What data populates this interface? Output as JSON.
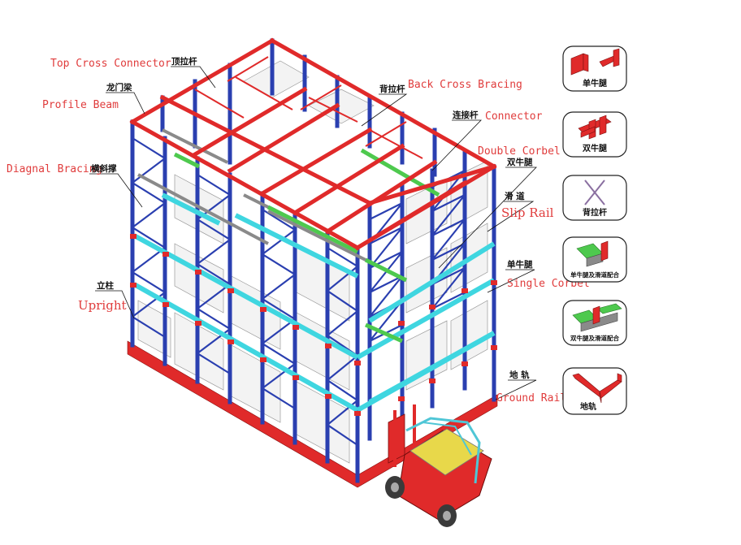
{
  "labels": {
    "top_cross_connector_en": "Top Cross Connector",
    "top_cross_connector_cn": "顶拉杆",
    "profile_beam_cn": "龙门梁",
    "profile_beam_en": "Profile Beam",
    "back_cross_bracing_cn": "背拉杆",
    "back_cross_bracing_en": "Back Cross Bracing",
    "connector_cn": "连接杆",
    "connector_en": "Connector",
    "double_corbel_en": "Double Corbel",
    "double_corbel_cn": "双牛腿",
    "diagonal_bracing_en": "Diagnal Bracing",
    "diagonal_bracing_cn": "横斜撑",
    "slip_rail_cn": "滑 道",
    "slip_rail_en": "Slip Rail",
    "single_corbel_cn": "单牛腿",
    "single_corbel_en": "Single Corbel",
    "upright_cn": "立柱",
    "upright_en": "Upright",
    "ground_rail_cn": "地 轨",
    "ground_rail_en": "Ground Rail"
  },
  "legend": [
    {
      "caption": "单牛腿",
      "icon": "single-corbel-icon"
    },
    {
      "caption": "双牛腿",
      "icon": "double-corbel-icon"
    },
    {
      "caption": "背拉杆",
      "icon": "back-cross-bracing-icon"
    },
    {
      "caption": "单牛腿及滑道配合",
      "icon": "single-corbel-slip-rail-icon"
    },
    {
      "caption": "双牛腿及滑道配合",
      "icon": "double-corbel-slip-rail-icon"
    },
    {
      "caption": "地轨",
      "icon": "ground-rail-icon"
    }
  ],
  "colors": {
    "upright": "#2a3fb0",
    "beam": "#e02a2a",
    "slip_rail": "#3fd6e0",
    "corbel_green": "#4ec94e",
    "label_en": "#e03c3c",
    "pallet": "#f2f2f2"
  }
}
